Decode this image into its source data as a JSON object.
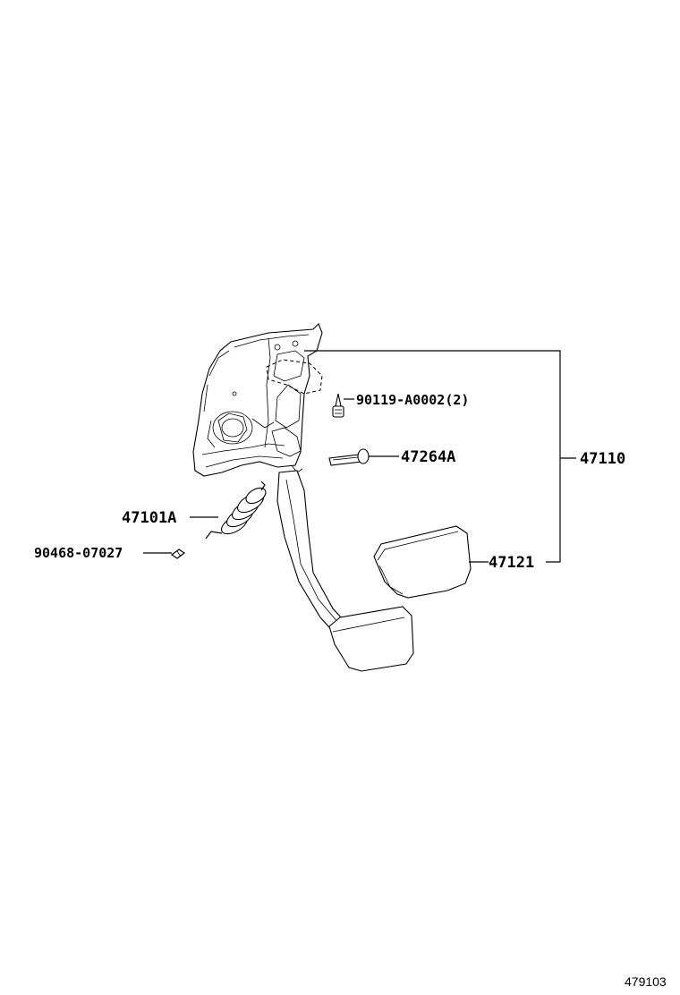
{
  "labels": {
    "bolt": "90119-A0002(2)",
    "pin": "47264A",
    "assembly": "47110",
    "spring": "47101A",
    "clip": "90468-07027",
    "pad": "47121"
  },
  "figure_number": "479103"
}
